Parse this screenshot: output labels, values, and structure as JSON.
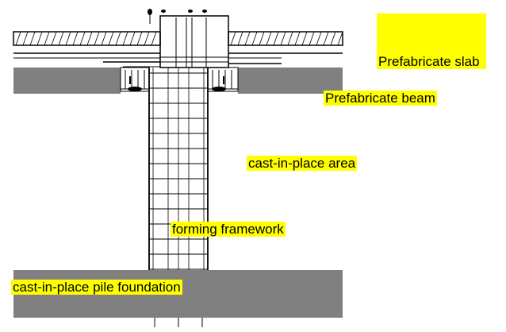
{
  "labels": {
    "slab": "Prefabricate slab",
    "beam": "Prefabricate beam",
    "cast_area": "cast-in-place area",
    "framework": "forming framework",
    "pile": "cast-in-place pile foundation"
  },
  "colors": {
    "highlight": "#ffff00",
    "concrete": "#808080",
    "line": "#000000",
    "background": "#ffffff"
  }
}
